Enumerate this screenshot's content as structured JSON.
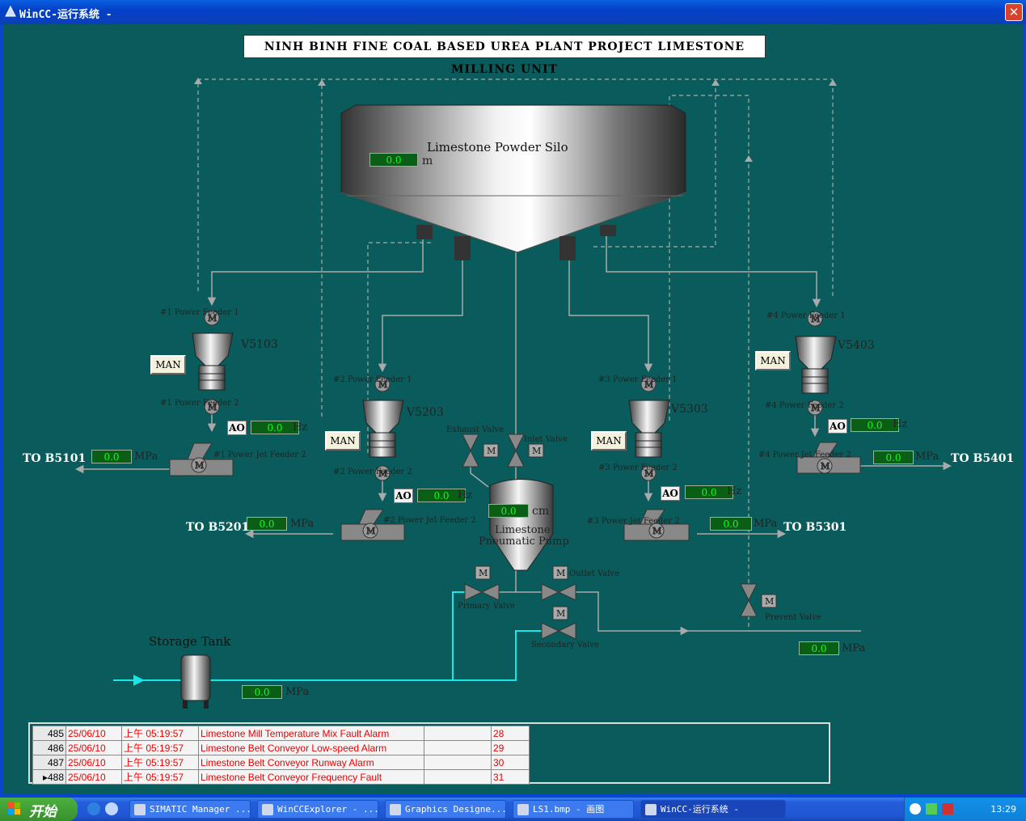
{
  "window": {
    "title": "WinCC-运行系统 -",
    "close": "✕"
  },
  "header": {
    "title": "NINH BINH FINE COAL BASED UREA PLANT PROJECT LIMESTONE MILLING UNIT"
  },
  "silo": {
    "label": "Limestone Powder Silo",
    "level": "0.0",
    "unit": "m"
  },
  "pump": {
    "label1": "Limestone",
    "label2": "Pneumatic Pump",
    "level": "0.0",
    "unit": "cm"
  },
  "storage": {
    "label": "Storage Tank",
    "pressure": "0.0",
    "unit": "MPa"
  },
  "line_out": {
    "pressure": "0.0",
    "unit": "MPa"
  },
  "valves": {
    "exhaust": "Exhaust Valve",
    "inlet": "Inlet Valve",
    "outlet": "Outlet Valve",
    "primary": "Primary Valve",
    "secondary": "Secondary Valve",
    "prevent": "Prevent Valve",
    "motor": "M"
  },
  "units": [
    {
      "tag": "V5103",
      "feeder1": "#1 Power Feeder 1",
      "feeder2": "#1 Power Feeder 2",
      "jet": "#1 Power Jet Feeder 2",
      "man": "MAN",
      "ao": "AO",
      "hz": "0.0",
      "hz_unit": "Hz",
      "mpa": "0.0",
      "mpa_unit": "MPa",
      "dest": "TO B5101"
    },
    {
      "tag": "V5203",
      "feeder1": "#2 Power Feeder 1",
      "feeder2": "#2 Power Feeder 2",
      "jet": "#2 Power Jet Feeder 2",
      "man": "MAN",
      "ao": "AO",
      "hz": "0.0",
      "hz_unit": "Hz",
      "mpa": "0.0",
      "mpa_unit": "MPa",
      "dest": "TO B5201"
    },
    {
      "tag": "V5303",
      "feeder1": "#3 Power Feeder 1",
      "feeder2": "#3 Power Feeder 2",
      "jet": "#3 Power Jet Feeder 2",
      "man": "MAN",
      "ao": "AO",
      "hz": "0.0",
      "hz_unit": "Hz",
      "mpa": "0.0",
      "mpa_unit": "MPa",
      "dest": "TO B5301"
    },
    {
      "tag": "V5403",
      "feeder1": "#4 Power Feeder 1",
      "feeder2": "#4 Power Feeder 2",
      "jet": "#4 Power Jet Feeder 2",
      "man": "MAN",
      "ao": "AO",
      "hz": "0.0",
      "hz_unit": "Hz",
      "mpa": "0.0",
      "mpa_unit": "MPa",
      "dest": "TO B5401"
    }
  ],
  "alarms": [
    {
      "no": "485",
      "date": "25/06/10",
      "time": "上午 05:19:57",
      "msg": "Limestone Mill Temperature Mix Fault Alarm",
      "count": "28"
    },
    {
      "no": "486",
      "date": "25/06/10",
      "time": "上午 05:19:57",
      "msg": "Limestone Belt Conveyor Low-speed Alarm",
      "count": "29"
    },
    {
      "no": "487",
      "date": "25/06/10",
      "time": "上午 05:19:57",
      "msg": "Limestone Belt Conveyor Runway Alarm",
      "count": "30"
    },
    {
      "no": "488",
      "date": "25/06/10",
      "time": "上午 05:19:57",
      "msg": "Limestone Belt Conveyor Frequency Fault",
      "count": "31"
    }
  ],
  "taskbar": {
    "start": "开始",
    "tasks": [
      "SIMATIC Manager ...",
      "WinCCExplorer - ...",
      "Graphics Designe...",
      "LS1.bmp - 画图",
      "WinCC-运行系统 -"
    ],
    "clock": "13:29"
  },
  "colors": {
    "background": "#0a5c5c",
    "pipe": "#999999",
    "water_line": "#19e6e6",
    "display_bg": "#0b5e16",
    "alarm_text": "#ee0000"
  }
}
